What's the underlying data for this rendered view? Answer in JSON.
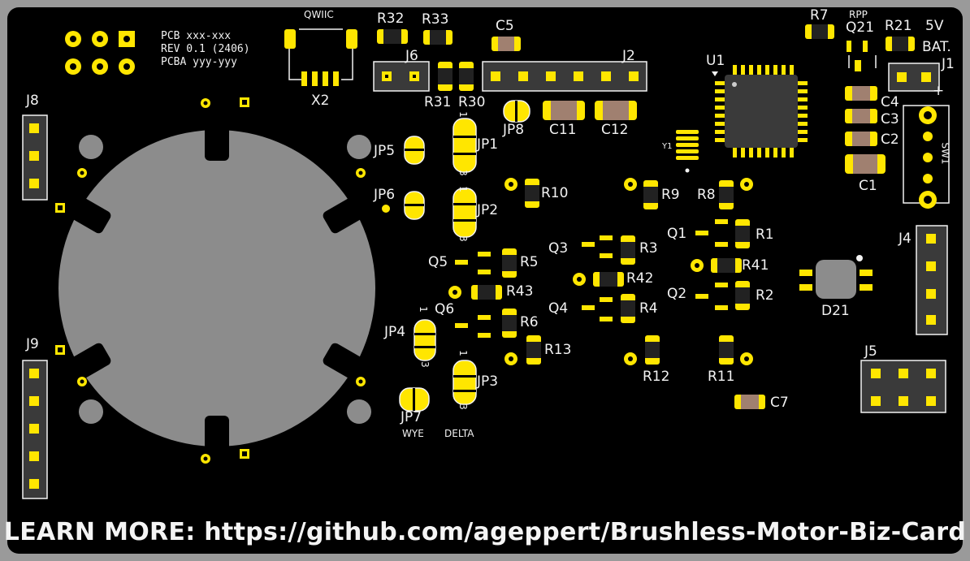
{
  "board_info": {
    "line1": "PCB xxx-xxx",
    "line2": "REV 0.1 (2406)",
    "line3": "PCBA yyy-yyy"
  },
  "footer_text": "LEARN MORE: https://github.com/ageppert/Brushless-Motor-Biz-Card",
  "colors": {
    "board": "#000000",
    "frame": "#9a9a9a",
    "pad": "#ffe600",
    "silk": "#f2f2f2",
    "stator": "#8c8c8c",
    "capacitor": "#a08070",
    "ic": "#3a3a3a"
  },
  "labels": {
    "qwiic": "QWIIC",
    "x2": "X2",
    "r32": "R32",
    "r33": "R33",
    "c5": "C5",
    "j6": "J6",
    "j2": "J2",
    "r31": "R31",
    "r30": "R30",
    "jp8": "JP8",
    "c11": "C11",
    "c12": "C12",
    "u1": "U1",
    "y1": "Y1",
    "r7": "R7",
    "rpp": "RPP",
    "q21": "Q21",
    "r21": "R21",
    "v5": "5V",
    "bat": "BAT.",
    "j1": "J1",
    "c4": "C4",
    "c3": "C3",
    "c2": "C2",
    "c1": "C1",
    "sw1": "SW1",
    "plus": "+",
    "j8": "J8",
    "j9": "J9",
    "jp5": "JP5",
    "jp6": "JP6",
    "jp1": "JP1",
    "jp2": "JP2",
    "r10": "R10",
    "r9": "R9",
    "r8": "R8",
    "q1": "Q1",
    "r1": "R1",
    "q3": "Q3",
    "r3": "R3",
    "q5": "Q5",
    "r5": "R5",
    "r42": "R42",
    "r41": "R41",
    "r43": "R43",
    "q2": "Q2",
    "r2": "R2",
    "q4": "Q4",
    "r4": "R4",
    "q6": "Q6",
    "r6": "R6",
    "jp4": "JP4",
    "r13": "R13",
    "r12": "R12",
    "r11": "R11",
    "jp3": "JP3",
    "jp7": "JP7",
    "wye": "WYE",
    "delta": "DELTA",
    "c7": "C7",
    "d21": "D21",
    "j4": "J4",
    "j5": "J5",
    "one": "1",
    "three": "3"
  }
}
